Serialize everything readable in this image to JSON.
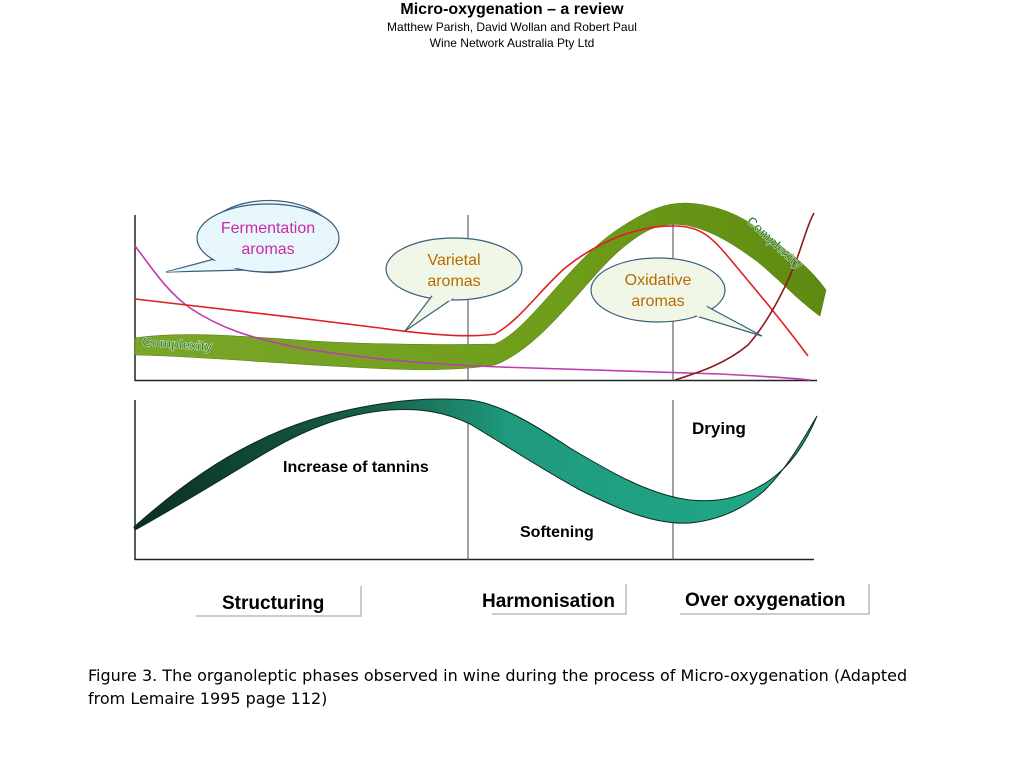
{
  "header": {
    "title": "Micro-oxygenation – a review",
    "authors": "Matthew Parish, David Wollan and Robert Paul",
    "organisation": "Wine Network Australia Pty Ltd"
  },
  "figure": {
    "callouts": {
      "fermentation": [
        "Fermentation",
        "aromas"
      ],
      "varietal": [
        "Varietal",
        "aromas"
      ],
      "oxidative": [
        "Oxidative",
        "aromas"
      ]
    },
    "complexity_left": "Complexity",
    "complexity_right": "Complexity",
    "tannin_labels": {
      "increase": "Increase of tannins",
      "softening": "Softening",
      "drying": "Drying"
    },
    "phases": [
      "Structuring",
      "Harmonisation",
      "Over oxygenation"
    ]
  },
  "colors": {
    "band_green": "#6f9e1a",
    "fermentation_text": "#cc2aa5",
    "aroma_text": "#b86a00",
    "magenta_line": "#c03ab0",
    "red_line": "#e02020",
    "dark_red_line": "#8b1a1a",
    "tannin_dark": "#0d3d2b",
    "tannin_teal": "#1f9a7e"
  },
  "caption": "Figure 3. The organoleptic phases observed in wine during the process of Micro-oxygenation (Adapted from Lemaire 1995 page 112)"
}
